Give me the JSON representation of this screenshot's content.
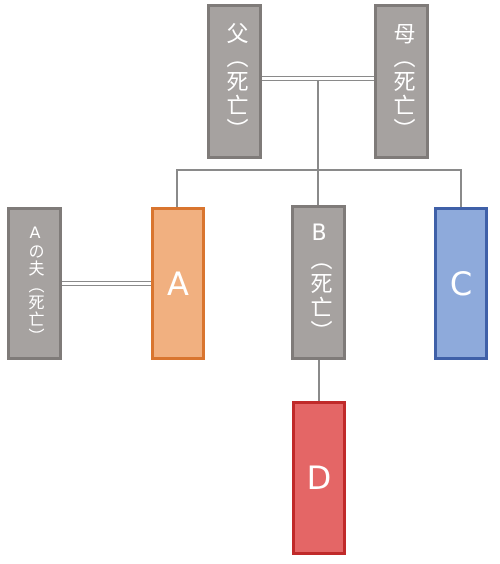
{
  "nodes": {
    "father": {
      "label": "父（死亡）",
      "color": "#a6a2a0"
    },
    "mother": {
      "label": "母（死亡）",
      "color": "#a6a2a0"
    },
    "a_husband": {
      "label": "Aの夫（死亡）",
      "color": "#a6a2a0"
    },
    "a": {
      "label": "A",
      "color": "#f1b080"
    },
    "b": {
      "label": "B（死亡）",
      "color": "#a6a2a0"
    },
    "c": {
      "label": "C",
      "color": "#8eaadb"
    },
    "d": {
      "label": "D",
      "color": "#e46666"
    }
  }
}
